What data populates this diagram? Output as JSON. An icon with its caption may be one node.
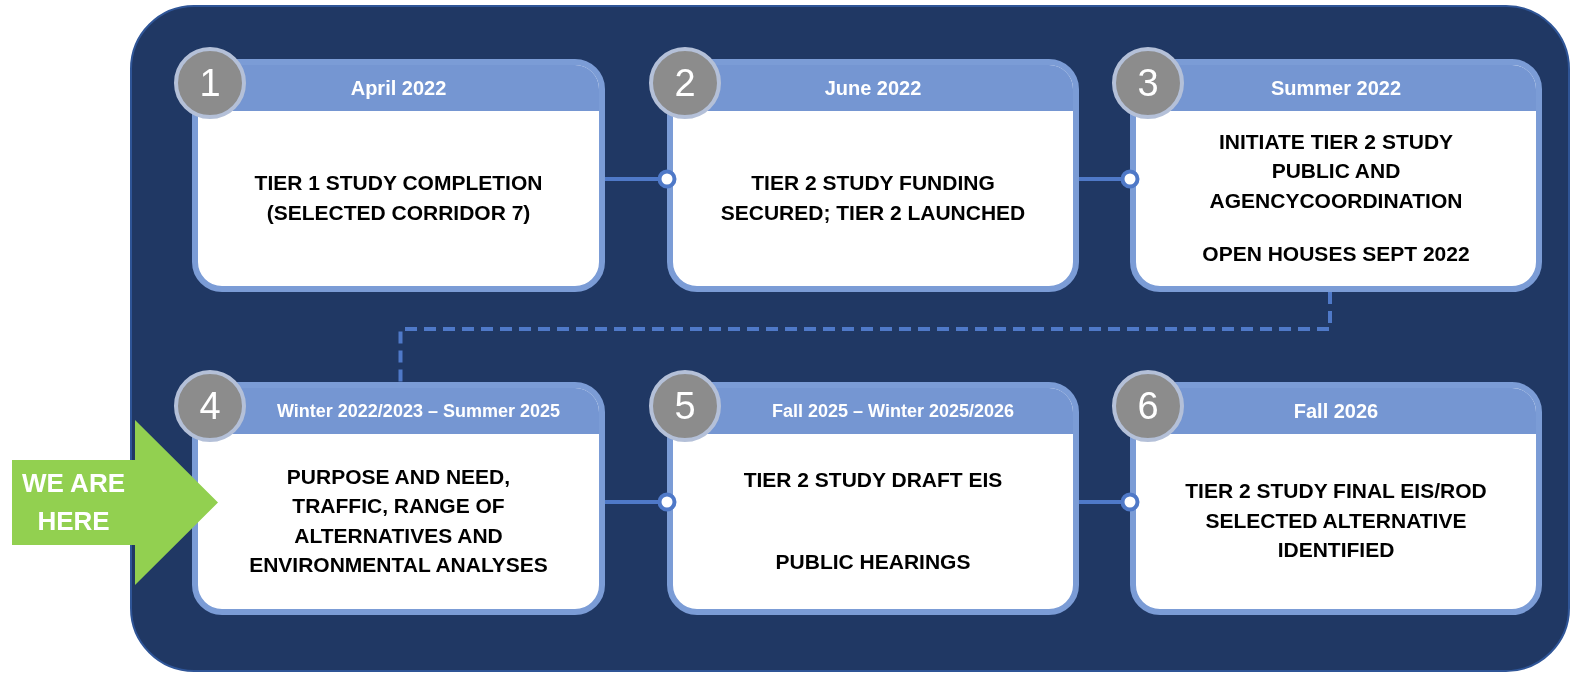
{
  "diagram": {
    "nodes": [
      {
        "text": [],
        "shape": "box"
      },
      {
        "text": [
          "1",
          "April 2022",
          "TIER 1 STUDY COMPLETION (SELECTED CORRIDOR 7)"
        ],
        "in": 0
      },
      {
        "text": [
          "2",
          "June 2022",
          "TIER 2 STUDY FUNDING SECURED; TIER 2 LAUNCHED"
        ],
        "in": 0
      },
      {
        "text": [
          "3",
          "Summer 2022",
          "INITIATE TIER 2 STUDY PUBLIC AND AGENCYCOORDINATION",
          "OPEN HOUSES SEPT 2022"
        ],
        "in": 0
      },
      {
        "text": [
          "WE ARE HERE"
        ]
      },
      {
        "text": [
          "4",
          "Winter 2022/2023 – Summer 2025",
          "PURPOSE AND NEED, TRAFFIC, RANGE OF ALTERNATIVES AND ENVIRONMENTAL ANALYSES"
        ],
        "in": 0
      },
      {
        "text": [
          "5",
          "Fall 2025 – Winter 2025/2026",
          "TIER 2 STUDY DRAFT EIS",
          "PUBLIC HEARINGS"
        ],
        "in": 0
      },
      {
        "text": [
          "6",
          "Fall 2026",
          "TIER 2 STUDY FINAL EIS/ROD SELECTED ALTERNATIVE IDENTIFIED"
        ],
        "in": 0
      }
    ],
    "edges": [
      {
        "from": 1,
        "to": 2,
        "arrow": "other"
      },
      {
        "from": 2,
        "to": 3,
        "arrow": "other"
      },
      {
        "from": 3,
        "to": 5,
        "arrow": "none",
        "style": "dashed"
      },
      {
        "from": 5,
        "to": 6,
        "arrow": "other"
      },
      {
        "from": 6,
        "to": 7,
        "arrow": "other"
      }
    ]
  }
}
